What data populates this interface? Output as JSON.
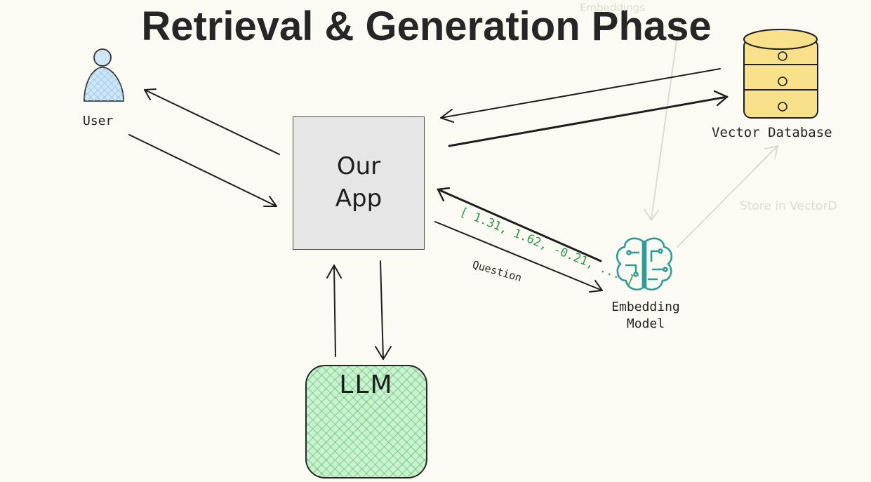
{
  "title": "Retrieval & Generation Phase",
  "nodes": {
    "user": "User",
    "app": [
      "Our",
      "App"
    ],
    "vector_db": "Vector Database",
    "embedding_model": [
      "Embedding",
      "Model"
    ],
    "llm": "LLM"
  },
  "edge_labels": {
    "embedding_vector": "[ 1.31, 1.62, -0.21, ... ]",
    "question": "Question"
  },
  "faded_labels": {
    "embeddings": "Embeddings",
    "store": "Store in VectorD"
  },
  "colors": {
    "background": "#fbfbf3",
    "db_fill": "#f9e08b",
    "llm_fill": "#c9f2cf",
    "embedding_icon": "#2f9c98",
    "vector_text": "#2e9a48",
    "user_fill": "#cfe6f7"
  }
}
